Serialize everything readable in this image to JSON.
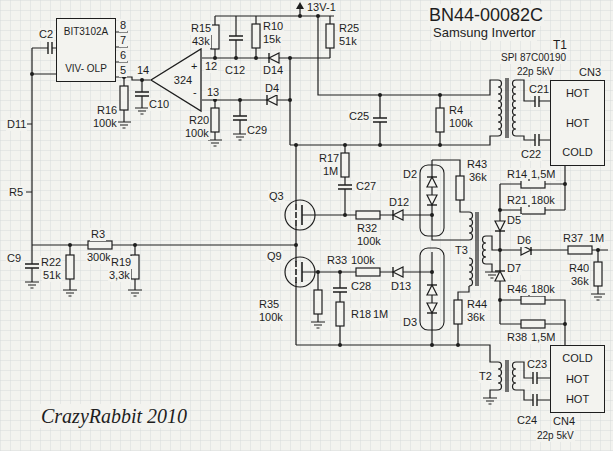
{
  "diagram": {
    "nodes": [
      {
        "text": [
          "BIT3102A",
          "VIV- OLP"
        ]
      },
      {
        "text": [
          "324"
        ]
      },
      {
        "text": [
          "HOT",
          "HOT",
          "COLD"
        ]
      },
      {
        "text": [
          "COLD",
          "HOT",
          "HOT"
        ]
      }
    ],
    "edges": [
      {
        "from": 1,
        "to": 0,
        "arrow": "none"
      }
    ],
    "labels": [
      "BN44-00082C",
      "Samsung Invertor",
      "T1",
      "SPI 87C00190",
      "13V-1",
      "C2",
      "8",
      "7",
      "6",
      "5",
      "14",
      "+",
      "-",
      "12",
      "13",
      "R15",
      "43k",
      "C12",
      "R10",
      "15k",
      "D14",
      "R25",
      "51k",
      "R16",
      "100k",
      "C10",
      "R20",
      "100k",
      "C29",
      "D4",
      "C25",
      "R4",
      "100k",
      "D11",
      "R5",
      "C9",
      "R3",
      "300k",
      "R22",
      "51k",
      "R19",
      "3,3k",
      "Q3",
      "Q9",
      "R17",
      "1M",
      "C27",
      "R32",
      "100k",
      "D12",
      "D2",
      "R43",
      "36k",
      "R33",
      "100k",
      "D13",
      "D3",
      "C28",
      "R18",
      "1M",
      "R35",
      "100k",
      "R44",
      "36k",
      "T3",
      "22p 5kV",
      "C21",
      "CN3",
      "C22",
      "R14",
      "1,5M",
      "R21",
      "180k",
      "D5",
      "D6",
      "R37",
      "1M",
      "R40",
      "36k",
      "D7",
      "R46",
      "180k",
      "R38",
      "1,5M",
      "T2",
      "C23",
      "C24",
      "CN4",
      "22p 5kV",
      "CrazyRabbit 2010"
    ]
  }
}
